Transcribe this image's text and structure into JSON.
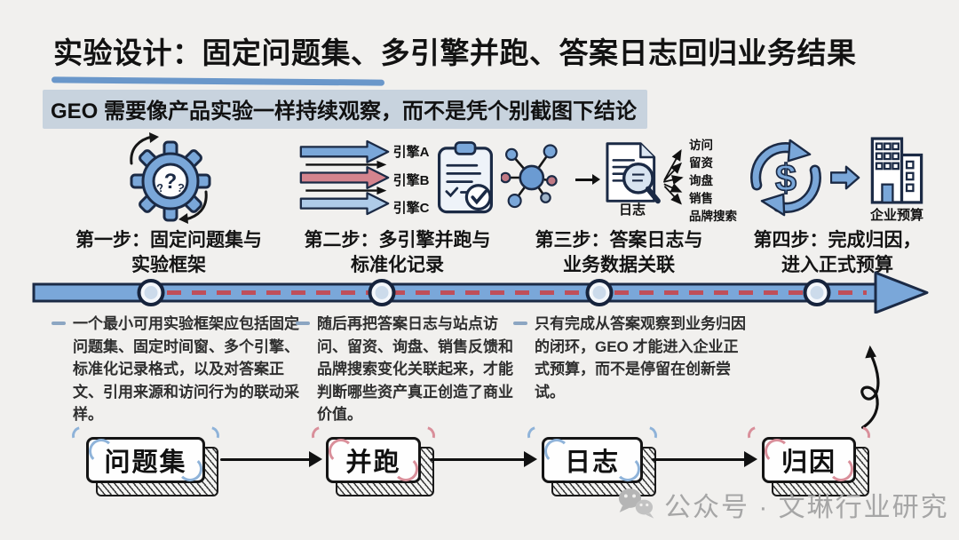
{
  "title": "实验设计：固定问题集、多引擎并跑、答案日志回归业务结果",
  "subtitle": "GEO 需要像产品实验一样持续观察，而不是凭个别截图下结论",
  "steps": [
    {
      "line1": "第一步：固定问题集与",
      "line2": "实验框架"
    },
    {
      "line1": "第二步：多引擎并跑与",
      "line2": "标准化记录",
      "engines": [
        "引擎A",
        "引擎B",
        "引擎C"
      ]
    },
    {
      "line1": "第三步：答案日志与",
      "line2": "业务数据关联",
      "log_label": "日志",
      "outputs": [
        "访问",
        "留资",
        "询盘",
        "销售",
        "品牌搜索"
      ]
    },
    {
      "line1": "第四步：完成归因，",
      "line2": "进入正式预算",
      "budget_label": "企业预算"
    }
  ],
  "bullets": [
    "一个最小可用实验框架应包括固定问题集、固定时间窗、多个引擎、标准化记录格式，以及对答案正文、引用来源和访问行为的联动采样。",
    "随后再把答案日志与站点访问、留资、询盘、销售反馈和品牌搜索变化关联起来，才能判断哪些资产真正创造了商业价值。",
    "只有完成从答案观察到业务归因的闭环，GEO 才能进入企业正式预算，而不是停留在创新尝试。"
  ],
  "flow_boxes": [
    {
      "label": "问题集",
      "accent": "blue"
    },
    {
      "label": "并跑",
      "accent": "red"
    },
    {
      "label": "日志",
      "accent": "blue"
    },
    {
      "label": "归因",
      "accent": "red"
    }
  ],
  "watermark": {
    "text": "公众号 · 文琳行业研究"
  },
  "colors": {
    "background": "#f1f0ee",
    "accent_blue": "#7aa7d9",
    "accent_red": "#d4848e",
    "outline_navy": "#1b2a45",
    "underline_blue": "#5e8fc7",
    "highlight_bg": "#c8d3de",
    "timeline_dash_red": "#bf4f5a",
    "watermark_gray": "#a6a6a6"
  }
}
